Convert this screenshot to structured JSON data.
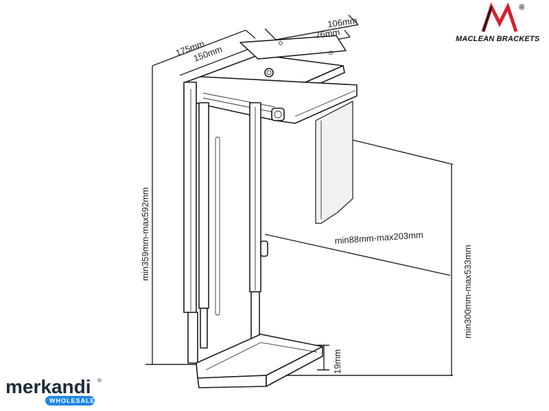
{
  "dimensions": {
    "top_width_outer": "106mm",
    "top_width_inner": "76mm",
    "depth_outer": "175mm",
    "depth_inner": "150mm",
    "height_range": "min359mm-max592mm",
    "width_range": "min88mm-max203mm",
    "inner_height_range": "min300mm-max533mm",
    "base_lip": "19mm"
  },
  "brand": {
    "name": "MACLEAN BRACKETS",
    "registered": "®",
    "logo_color": "#d6202a"
  },
  "watermark": {
    "name": "merkandi",
    "badge": "WHOLESALE",
    "accent_color": "#1e88e5",
    "registered": "®"
  }
}
